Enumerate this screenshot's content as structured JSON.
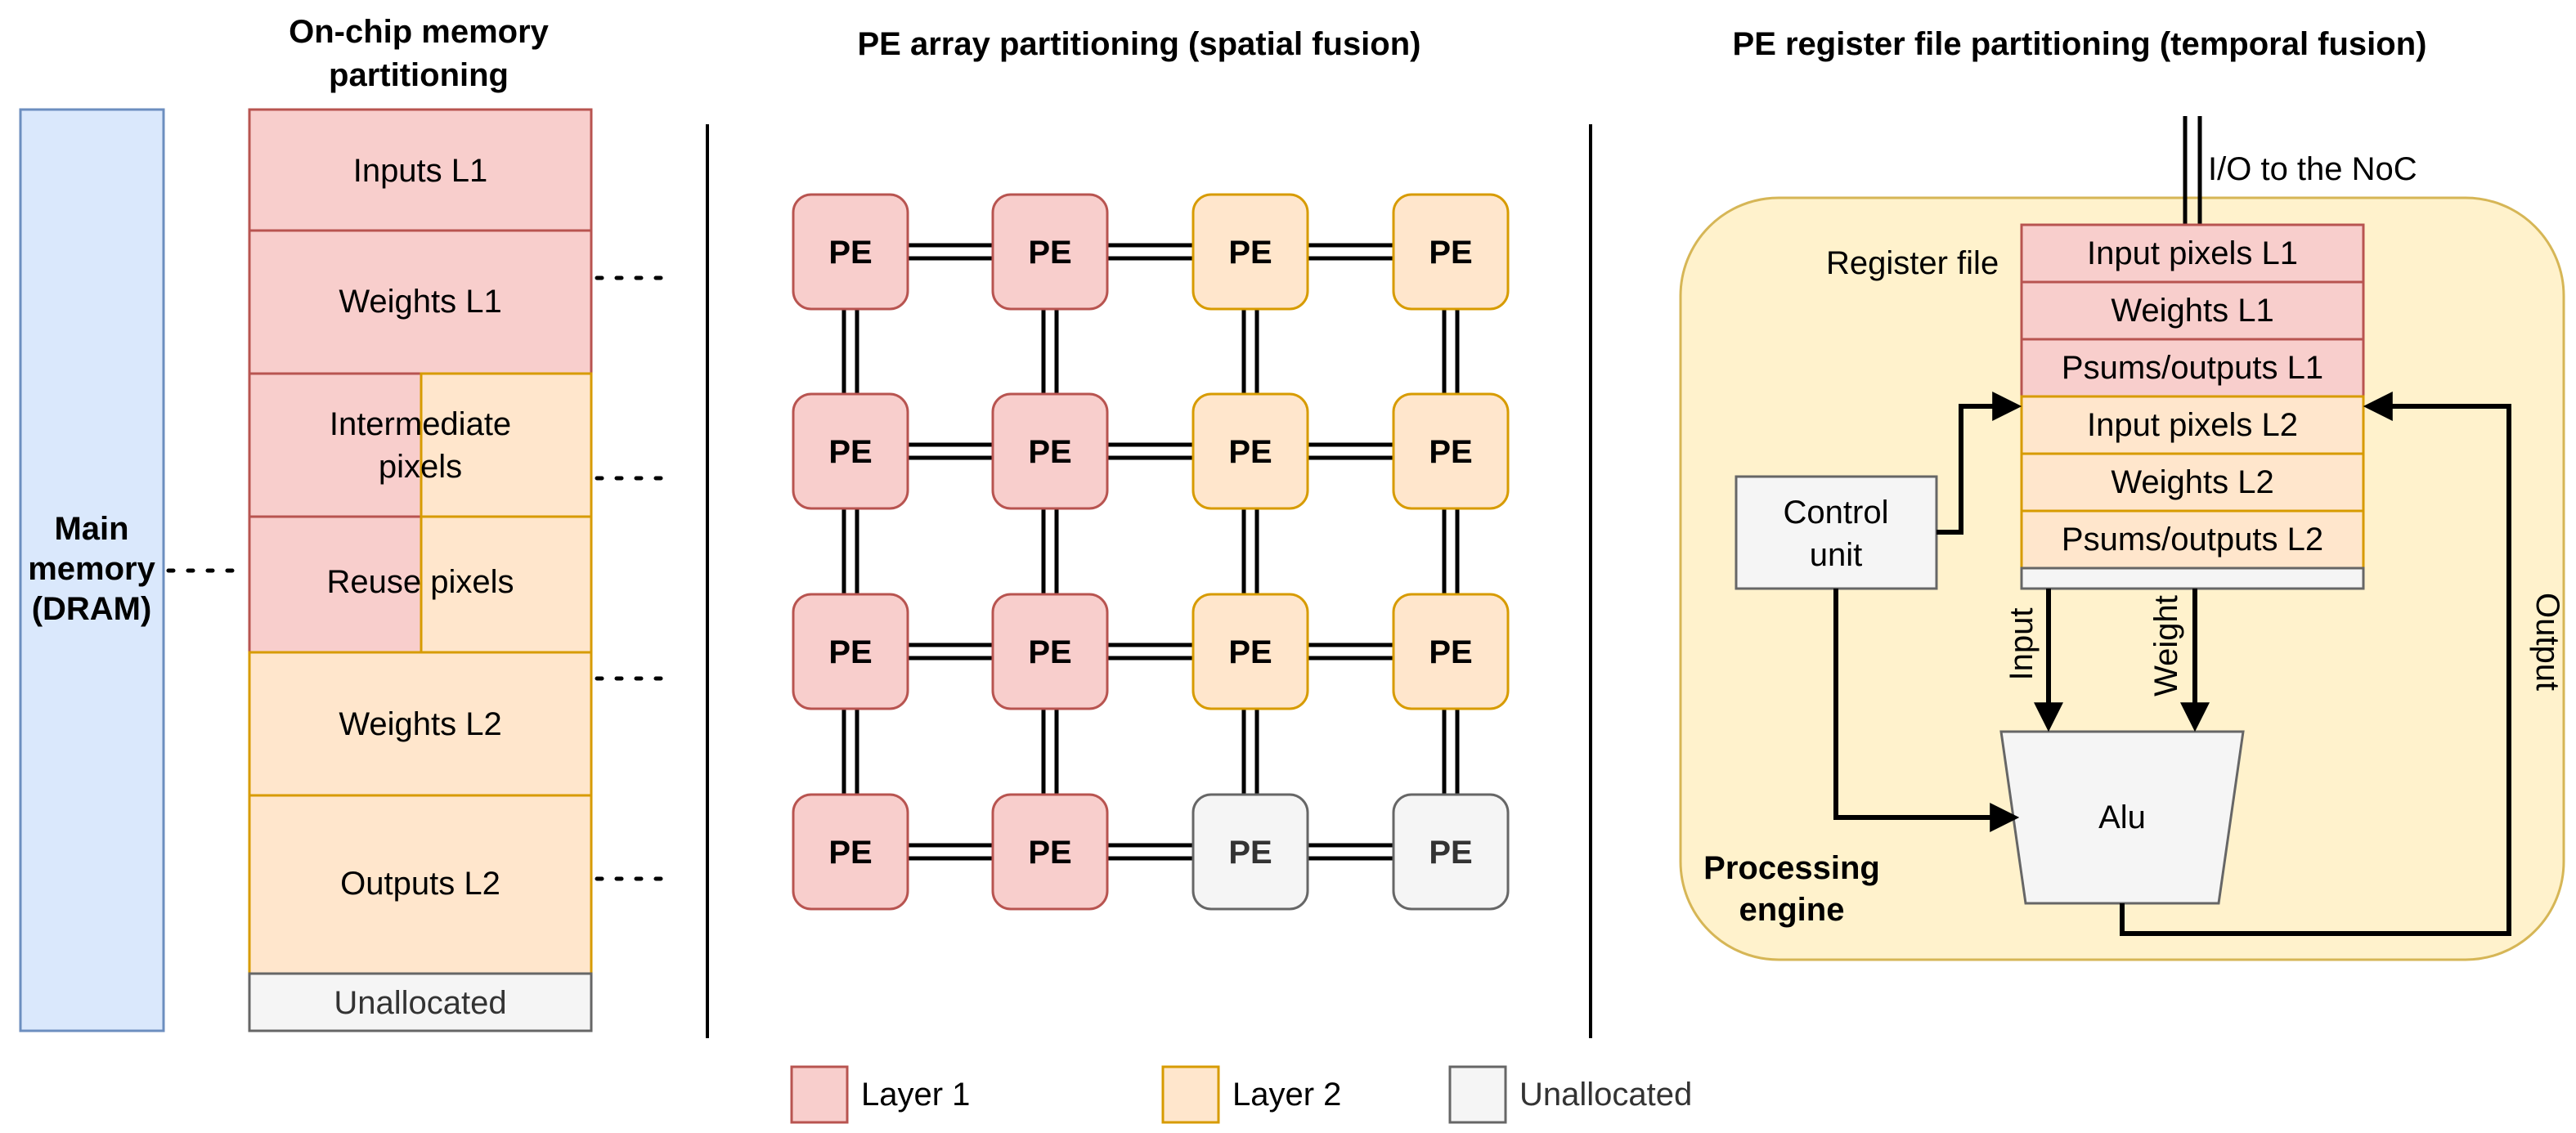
{
  "headers": {
    "memory": [
      "On-chip memory",
      "partitioning"
    ],
    "pe_array": "PE array partitioning (spatial fusion)",
    "register_file": "PE register file partitioning (temporal fusion)"
  },
  "main_memory": [
    "Main",
    "memory",
    "(DRAM)"
  ],
  "memory_blocks": {
    "inputs_l1": "Inputs L1",
    "weights_l1": "Weights L1",
    "intermediate": [
      "Intermediate",
      "pixels"
    ],
    "reuse": "Reuse pixels",
    "weights_l2": "Weights L2",
    "outputs_l2": "Outputs L2",
    "unallocated": "Unallocated"
  },
  "pe_label": "PE",
  "pe_grid": [
    [
      "layer1",
      "layer1",
      "layer2",
      "layer2"
    ],
    [
      "layer1",
      "layer1",
      "layer2",
      "layer2"
    ],
    [
      "layer1",
      "layer1",
      "layer2",
      "layer2"
    ],
    [
      "layer1",
      "layer1",
      "unallocated",
      "unallocated"
    ]
  ],
  "register_file": {
    "label": "Register file",
    "io_label": "I/O to the NoC",
    "rows": [
      "Input pixels L1",
      "Weights L1",
      "Psums/outputs L1",
      "Input pixels L2",
      "Weights L2",
      "Psums/outputs L2"
    ],
    "control_unit": [
      "Control",
      "unit"
    ],
    "alu": "Alu",
    "edge_input": "Input",
    "edge_weight": "Weight",
    "edge_output": "Output",
    "engine": [
      "Processing",
      "engine"
    ]
  },
  "legend": [
    {
      "label": "Layer 1",
      "kind": "layer1"
    },
    {
      "label": "Layer 2",
      "kind": "layer2"
    },
    {
      "label": "Unallocated",
      "kind": "unallocated"
    }
  ],
  "colors": {
    "layer1_fill": "#f8cecc",
    "layer1_stroke": "#b85450",
    "layer2_fill": "#ffe6cc",
    "layer2_stroke": "#d79b00",
    "unallocated_fill": "#f5f5f5",
    "unallocated_stroke": "#666666",
    "dram_fill": "#dae8fc",
    "dram_stroke": "#6c8ebf",
    "engine_fill": "#fff2cc",
    "engine_stroke": "#d6b656"
  }
}
